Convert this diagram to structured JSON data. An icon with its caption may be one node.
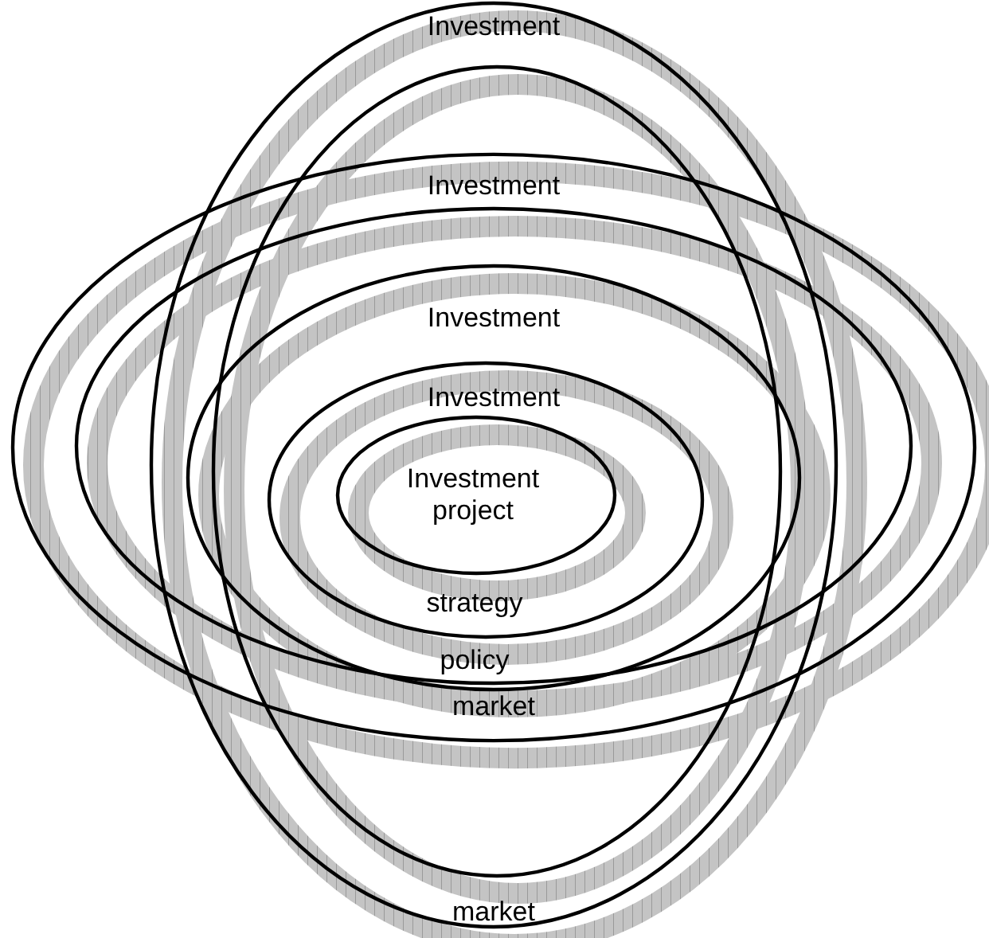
{
  "diagram": {
    "nodes": [
      {
        "text": [
          "Investment",
          "market"
        ]
      },
      {
        "text": [
          "Investment",
          "market"
        ]
      },
      {
        "text": [
          "Investment",
          "policy"
        ]
      },
      {
        "text": [
          "Investment",
          "strategy"
        ],
        "in": 2
      },
      {
        "text": [
          "Investment project"
        ],
        "in": 3
      }
    ],
    "edges": []
  }
}
